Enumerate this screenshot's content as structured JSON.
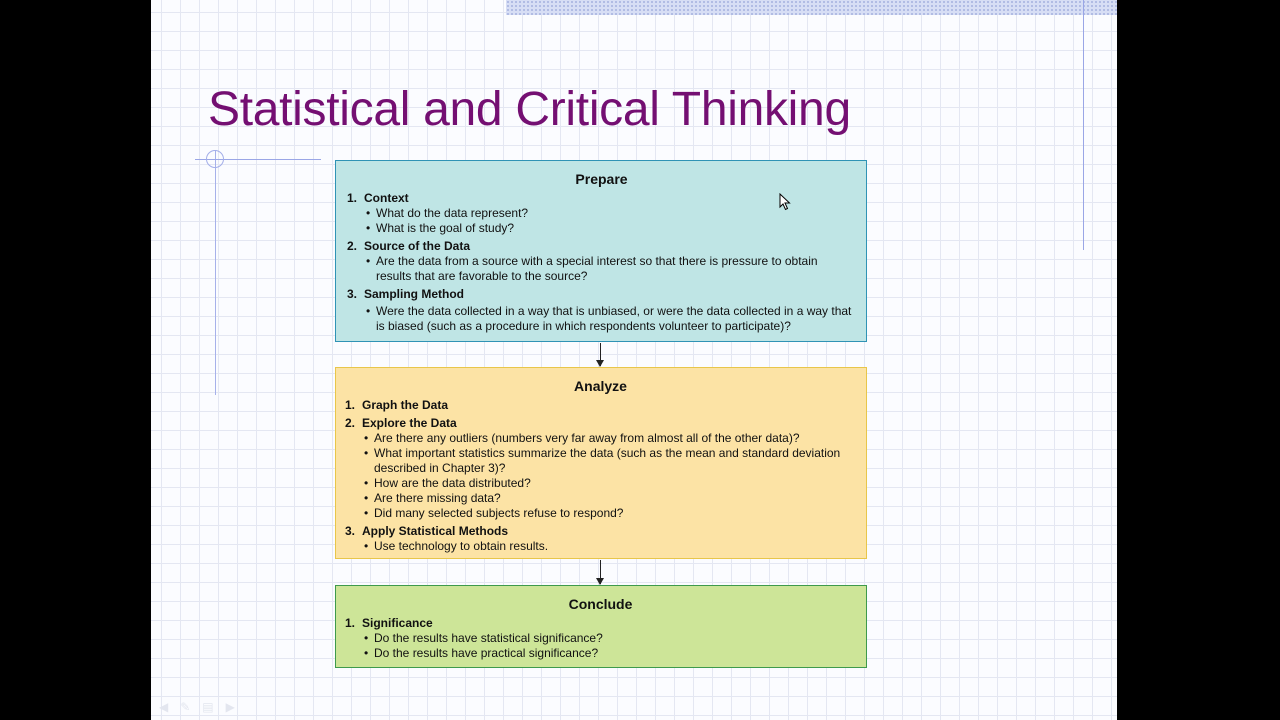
{
  "slide": {
    "title": "Statistical and Critical Thinking"
  },
  "colors": {
    "title": "#740f72",
    "prepare_fill": "#bfe5e5",
    "prepare_border": "#2f93b5",
    "analyze_fill": "#fce3a5",
    "analyze_border": "#e8c64a",
    "conclude_fill": "#cde598",
    "conclude_border": "#3e9a4c"
  },
  "prepare": {
    "title": "Prepare",
    "items": [
      {
        "num": "1.",
        "head": "Context",
        "bullets": [
          "What do the data represent?",
          "What is the goal of study?"
        ]
      },
      {
        "num": "2.",
        "head": "Source of the Data",
        "bullets": [
          "Are the data from a source with a special interest so that there is pressure to obtain results that are favorable to the source?"
        ]
      },
      {
        "num": "3.",
        "head": "Sampling Method",
        "bullets": [
          "Were the data collected in a way that is unbiased, or were the data collected in a way that is biased (such as a procedure in which respondents volunteer to participate)?"
        ]
      }
    ]
  },
  "analyze": {
    "title": "Analyze",
    "items": [
      {
        "num": "1.",
        "head": "Graph the Data",
        "bullets": []
      },
      {
        "num": "2.",
        "head": "Explore the Data",
        "bullets": [
          "Are there any outliers (numbers very far away from almost all of the other data)?",
          "What important statistics summarize the data (such as the mean and standard deviation described in Chapter 3)?",
          "How are the data distributed?",
          "Are there missing data?",
          "Did many selected subjects refuse to respond?"
        ]
      },
      {
        "num": "3.",
        "head": "Apply Statistical Methods",
        "bullets": [
          "Use technology to obtain results."
        ]
      }
    ]
  },
  "conclude": {
    "title": "Conclude",
    "items": [
      {
        "num": "1.",
        "head": "Significance",
        "bullets": [
          "Do the results have statistical significance?",
          "Do the results have practical significance?"
        ]
      }
    ]
  },
  "icons": {
    "arrow": "arrow-down-icon",
    "cursor": "mouse-pointer-icon",
    "nav": [
      "previous-slide-icon",
      "pen-icon",
      "menu-icon",
      "next-slide-icon"
    ]
  }
}
